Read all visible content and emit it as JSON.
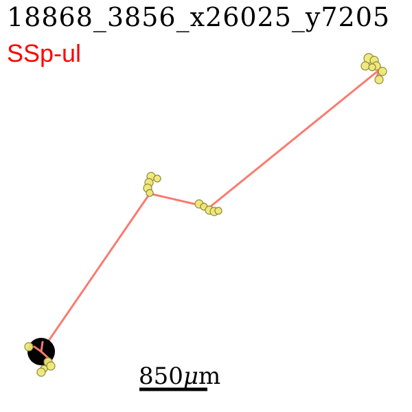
{
  "title": "18868_3856_x26025_y7205",
  "region_label": "SSp-ul",
  "scale_bar": {
    "value": "850",
    "unit_symbol": "μ",
    "unit_suffix": "m"
  },
  "colors": {
    "axon": "#fa7a6e",
    "node_fill": "#f0e878",
    "node_edge": "#8a8a3a",
    "soma": "#000000",
    "region_label": "#ff0000"
  }
}
